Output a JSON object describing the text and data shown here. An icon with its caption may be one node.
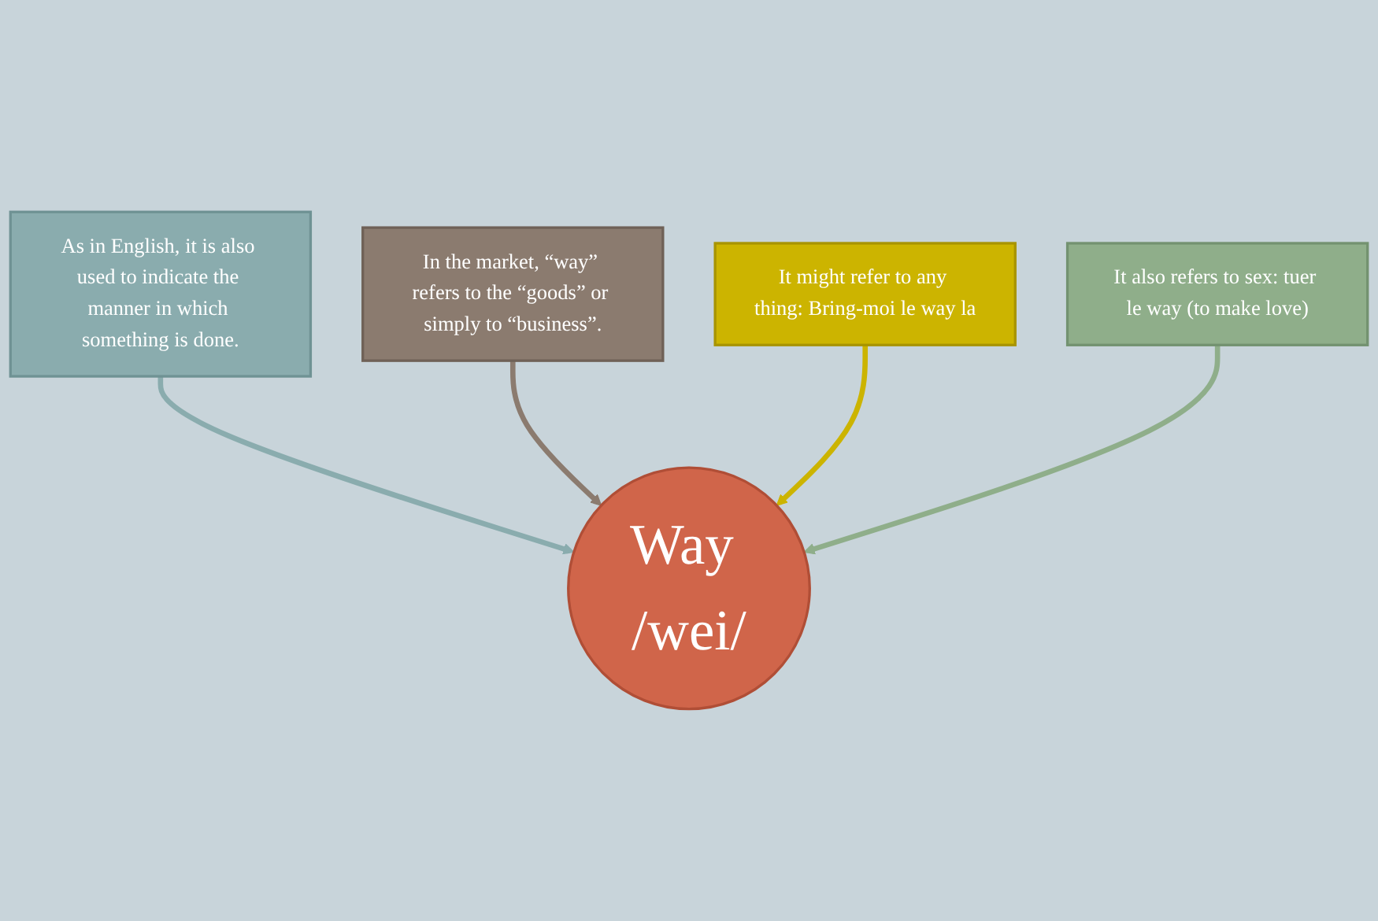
{
  "diagram": {
    "nodes": [
      {
        "text": [
          "As in English, it is also used to indicate the manner in which something is done."
        ]
      },
      {
        "text": [
          "In the market, “way” refers to the “goods” or simply to “business”."
        ]
      },
      {
        "text": [
          "It might refer to any thing: Bring-moi le way la"
        ]
      },
      {
        "text": [
          "Way /wei/"
        ]
      },
      {
        "text": [
          "It also refers to sex: tuer le way (to make love)"
        ]
      }
    ],
    "edges": [
      {
        "from": 0,
        "to": 3,
        "arrow": "to",
        "color": "#8aacae"
      },
      {
        "from": 1,
        "to": 3,
        "arrow": "to",
        "color": "#8b7b6f"
      },
      {
        "from": 2,
        "to": 3,
        "arrow": "to",
        "color": "#ccb400"
      },
      {
        "from": 4,
        "to": 3,
        "arrow": "to",
        "color": "#8fae8a"
      }
    ]
  }
}
